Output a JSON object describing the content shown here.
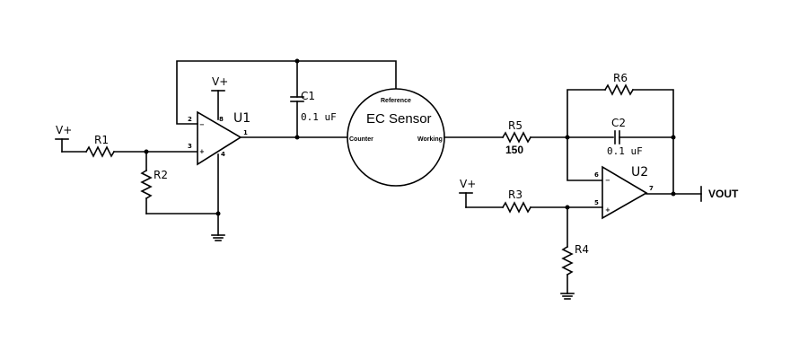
{
  "supply": {
    "vplus_1": "V+",
    "vplus_2": "V+",
    "vplus_3": "V+"
  },
  "resistors": {
    "r1": "R1",
    "r2": "R2",
    "r3": "R3",
    "r4": "R4",
    "r5": "R5",
    "r5_value": "150",
    "r6": "R6"
  },
  "capacitors": {
    "c1": "C1",
    "c1_value": "0.1 uF",
    "c2": "C2",
    "c2_value": "0.1 uF"
  },
  "opamps": {
    "u1": "U1",
    "u1_pin_inv": "2",
    "u1_pin_noninv": "3",
    "u1_pin_vplus": "8",
    "u1_pin_gnd": "4",
    "u1_pin_out": "1",
    "u1_minus": "−",
    "u1_plus": "+",
    "u2": "U2",
    "u2_pin_inv": "6",
    "u2_pin_noninv": "5",
    "u2_pin_out": "7",
    "u2_minus": "−",
    "u2_plus": "+"
  },
  "sensor": {
    "title": "EC Sensor",
    "reference": "Reference",
    "counter": "Counter",
    "working": "Working"
  },
  "output": {
    "label": "VOUT"
  }
}
